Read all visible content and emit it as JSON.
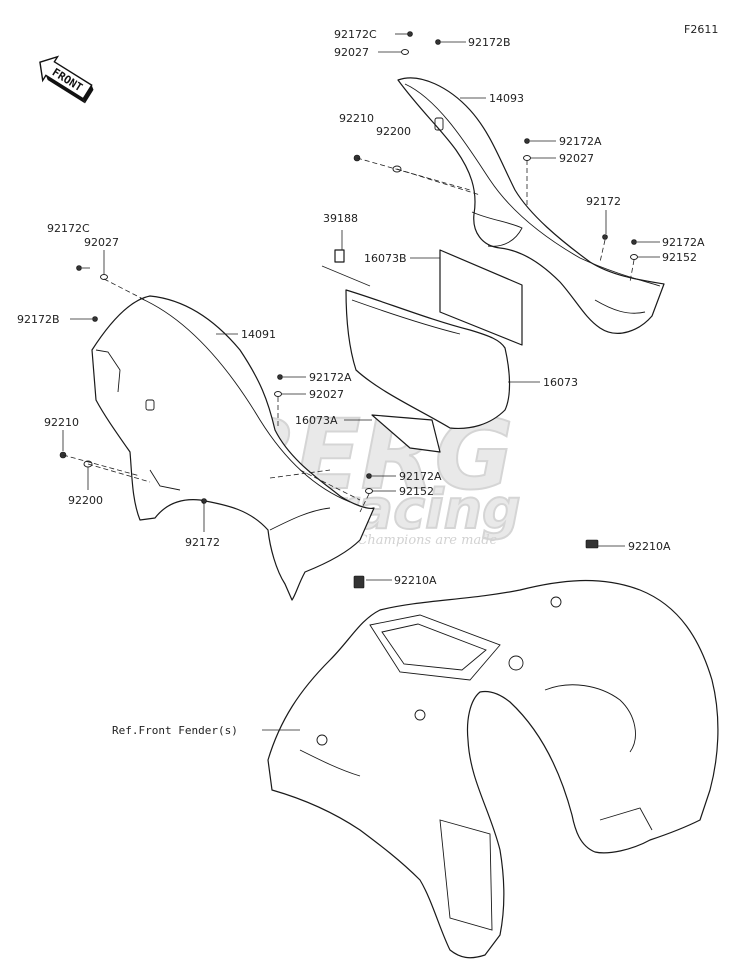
{
  "figure_id": "F2611",
  "front_arrow_label": "FRONT",
  "watermark": {
    "brand_line1": "BERG",
    "brand_line2": "racing",
    "tagline": "Where Champions are made"
  },
  "reference_label": "Ref.Front Fender(s)",
  "callouts": {
    "c92172C_top": "92172C",
    "c92027_top": "92027",
    "c92172B_top": "92172B",
    "c14093": "14093",
    "c92210_top": "92210",
    "c92200_top": "92200",
    "c92172A_r1": "92172A",
    "c92027_r1": "92027",
    "c92172_r": "92172",
    "c92172A_r2": "92172A",
    "c92152_r": "92152",
    "c39188": "39188",
    "c16073B": "16073B",
    "c92172C_left": "92172C",
    "c92027_left": "92027",
    "c92172B_left": "92172B",
    "c14091": "14091",
    "c92172A_mid": "92172A",
    "c92027_mid": "92027",
    "c16073": "16073",
    "c16073A": "16073A",
    "c92210_left": "92210",
    "c92200_left": "92200",
    "c92172_left": "92172",
    "c92172A_low": "92172A",
    "c92152_low": "92152",
    "c92210A_right": "92210A",
    "c92210A_mid": "92210A"
  }
}
